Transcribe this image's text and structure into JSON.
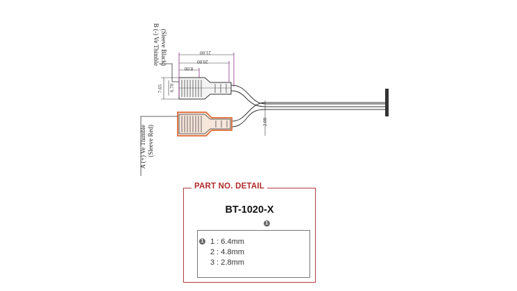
{
  "diagram": {
    "label_b": "B (-) Ve Thimble",
    "label_b_sleeve": "(Sleeve Black)",
    "label_a": "A (+) Ve Thimble",
    "label_a_sleeve": "(Sleeve Red)",
    "dims": {
      "overall": "21.00",
      "length_2": "20.00",
      "length_1": "8.00",
      "height_outer": "7.65",
      "height_inner": "6.70",
      "wire": "2.00"
    }
  },
  "colors": {
    "black_sleeve_guide": "#8a2c8a",
    "red_sleeve": "#e07a4a",
    "detail_border": "#b03a3a"
  },
  "detail": {
    "title": "PART NO. DETAIL",
    "part_number": "BT-1020-X",
    "marker": "1",
    "options": [
      "1 : 6.4mm",
      "2 : 4.8mm",
      "3 : 2.8mm"
    ]
  }
}
